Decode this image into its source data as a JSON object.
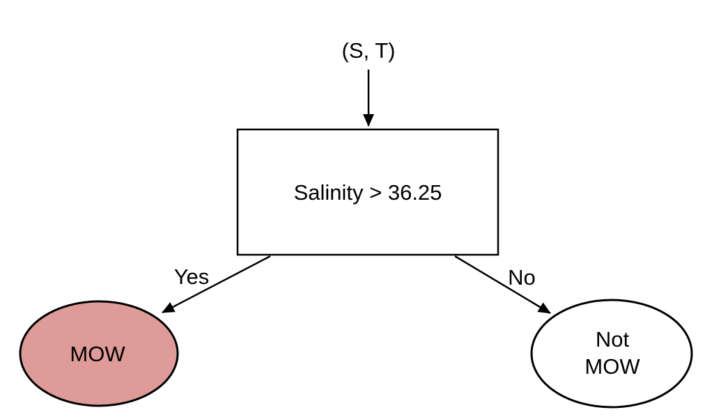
{
  "diagram": {
    "type": "decision-tree",
    "root_label": "(S, T)",
    "decision": {
      "label": "Salinity > 36.25"
    },
    "edges": {
      "yes": "Yes",
      "no": "No"
    },
    "leaves": {
      "mow": {
        "label": "MOW"
      },
      "not_mow": {
        "label": "Not MOW",
        "line1": "Not",
        "line2": "MOW"
      }
    },
    "colors": {
      "mow_fill": "#DE9B97",
      "not_mow_fill": "#FFFFFF",
      "decision_fill": "#FFFFFF",
      "stroke": "#000000",
      "text": "#000000",
      "background": "#FFFFFF"
    }
  }
}
